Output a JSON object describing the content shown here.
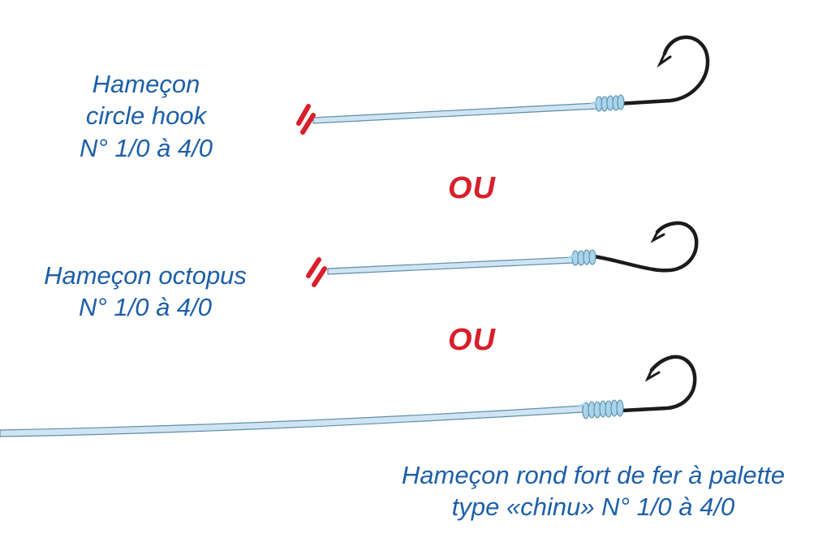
{
  "hook1": {
    "lines": [
      "Hameçon",
      "circle hook",
      "N° 1/0 à 4/0"
    ]
  },
  "separator1": "OU",
  "hook2": {
    "lines": [
      "Hameçon octopus",
      "N° 1/0 à 4/0"
    ]
  },
  "separator2": "OU",
  "hook3": {
    "lines": [
      "Hameçon rond fort de fer à palette",
      "type «chinu» N° 1/0 à 4/0"
    ]
  },
  "colors": {
    "label_text": "#1d5fa8",
    "separator_text": "#d81f2a",
    "leader_line": "#cfe4f2",
    "leader_outline": "#5f8ea8",
    "wrap_thread": "#a8d4ec",
    "hook_metal": "#1b1b1b",
    "cut_marks": "#d81f2a"
  }
}
